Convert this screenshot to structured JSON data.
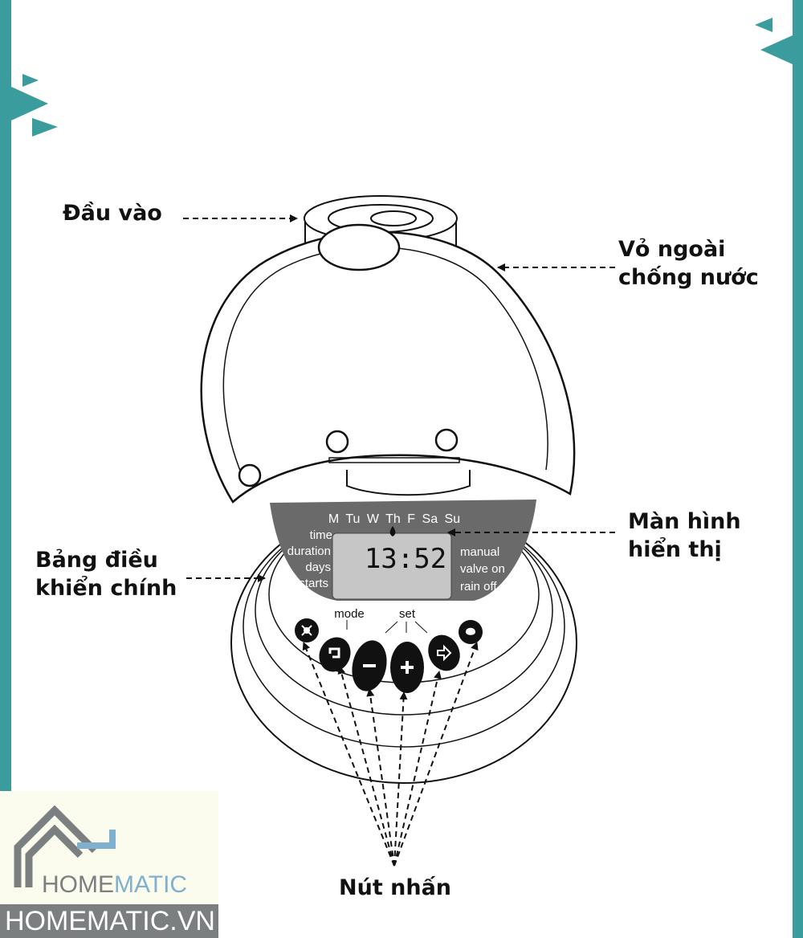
{
  "labels": {
    "inlet": "Đầu vào",
    "shell_line1": "Vỏ ngoài",
    "shell_line2": "chống nước",
    "screen_line1": "Màn hình",
    "screen_line2": "hiển thị",
    "panel_line1": "Bảng điều",
    "panel_line2": "khiển chính",
    "buttons": "Nút nhấn"
  },
  "display": {
    "days": [
      "M",
      "Tu",
      "W",
      "Th",
      "F",
      "Sa",
      "Su"
    ],
    "time": "13:52",
    "left_items": [
      "time",
      "duration",
      "days",
      "starts"
    ],
    "right_items": [
      "manual",
      "valve on",
      "rain off"
    ],
    "mode_label": "mode",
    "set_label": "set"
  },
  "logo": {
    "brand_dark": "HOME",
    "brand_light": "MATIC",
    "website": "HOMEMATIC.VN"
  },
  "colors": {
    "teal": "#3a9c9c",
    "panel_gray": "#6a6a6a",
    "lcd_gray": "#c6c6c6",
    "logo_gray": "#7b7f80",
    "logo_blue": "#7fb1cf"
  },
  "icons": [
    "sprinkler-icon",
    "cycle-icon",
    "minus-icon",
    "plus-icon",
    "arrow-right-icon",
    "rain-icon",
    "water-drop-icon"
  ]
}
